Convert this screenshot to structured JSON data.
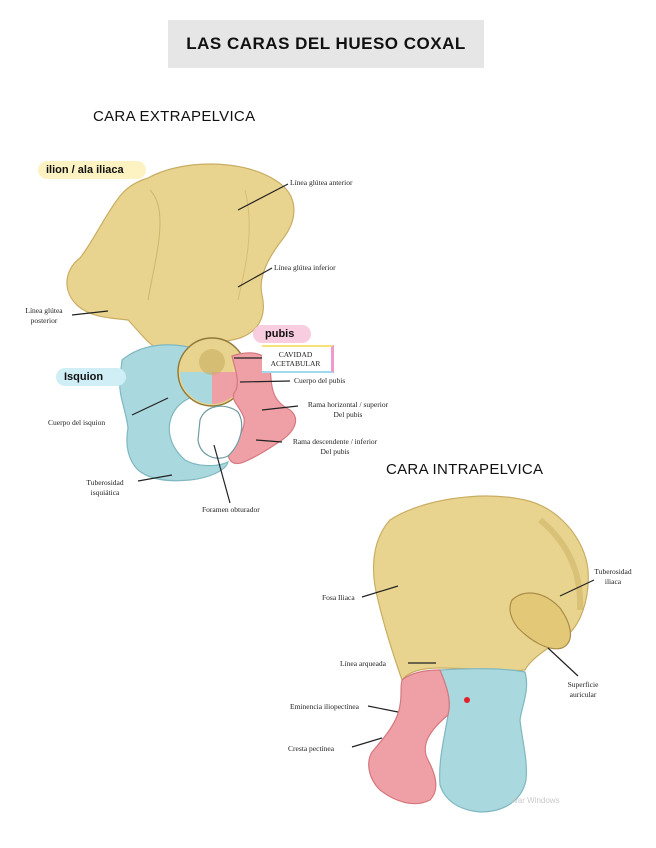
{
  "title": "LAS CARAS DEL HUESO COXAL",
  "extrapelvic": {
    "heading": "CARA EXTRAPELVICA",
    "tags": {
      "ilion": "ilion / ala iliaca",
      "pubis": "pubis",
      "isquion": "Isquion"
    },
    "acetabular": [
      "CAVIDAD",
      "ACETABULAR"
    ],
    "labels": {
      "glutea_anterior": "Línea glútea anterior",
      "glutea_inferior": "Línea glútea inferior",
      "glutea_posterior": [
        "Línea glútea",
        "posterior"
      ],
      "cuerpo_pubis": "Cuerpo del pubis",
      "rama_horizontal": [
        "Rama horizontal / superior",
        "Del pubis"
      ],
      "cuerpo_isquion": "Cuerpo del isquion",
      "rama_descendente": [
        "Rama descendente / inferior",
        "Del pubis"
      ],
      "tuberosidad_isquiatica": [
        "Tuberosidad",
        "isquiática"
      ],
      "foramen": "Foramen obturador"
    }
  },
  "intrapelvic": {
    "heading": "CARA INTRAPELVICA",
    "labels": {
      "tuberosidad_iliaca": [
        "Tuberosidad",
        "iliaca"
      ],
      "fosa_iliaca": "Fosa Iliaca",
      "linea_arqueada": "Línea arqueada",
      "superficie_auricular": [
        "Superficie",
        "auricular"
      ],
      "eminencia": "Eminencia iliopectínea",
      "cresta": "Cresta pectínea"
    }
  },
  "watermark": "ivar Windows",
  "colors": {
    "ilium": "#e9d48f",
    "ilium_shade": "#c9ad62",
    "ischium": "#a9d8de",
    "ischium_shade": "#7fb8c1",
    "pubis": "#efa0a6",
    "pubis_shade": "#d5787f",
    "dot": "#e0202a"
  }
}
